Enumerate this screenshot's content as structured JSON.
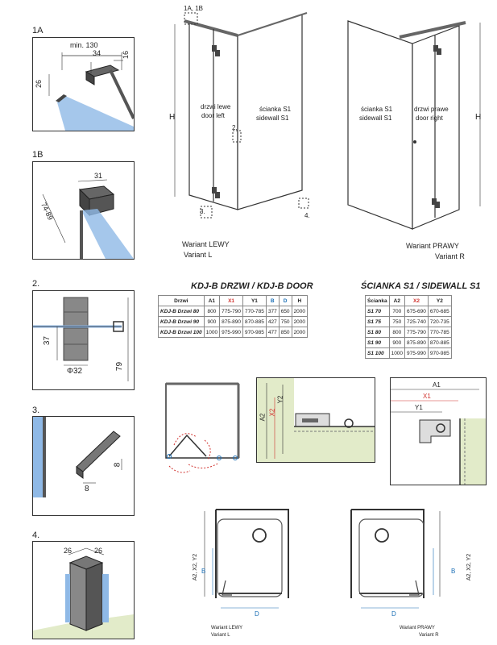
{
  "details": {
    "d1a": {
      "label": "1A",
      "dim_min": "min. 130",
      "dim_34": "34",
      "dim_16": "16",
      "dim_26": "26"
    },
    "d1b": {
      "label": "1B",
      "dim_31": "31",
      "dim_range": "74-89"
    },
    "d2": {
      "label": "2.",
      "dim_37": "37",
      "dim_79": "79",
      "dim_phi": "Φ32"
    },
    "d3": {
      "label": "3.",
      "dim_8a": "8",
      "dim_8b": "8"
    },
    "d4": {
      "label": "4.",
      "dim_26a": "26",
      "dim_26b": "26"
    }
  },
  "left_view": {
    "callout_top": "1A, 1B",
    "door_label_pl": "drzwi lewe",
    "door_label_en": "door left",
    "side_label_pl": "ścianka S1",
    "side_label_en": "sidewall S1",
    "height": "H",
    "callout2": "2.",
    "callout3": "3.",
    "callout4": "4.",
    "variant_pl": "Wariant LEWY",
    "variant_en": "Variant L"
  },
  "right_view": {
    "side_label_pl": "ścianka S1",
    "side_label_en": "sidewall S1",
    "door_label_pl": "drzwi prawe",
    "door_label_en": "door right",
    "height": "H",
    "variant_pl": "Wariant PRAWY",
    "variant_en": "Variant R"
  },
  "door_table": {
    "title": "KDJ-B  DRZWI / KDJ-B DOOR",
    "headers": [
      "Drzwi",
      "A1",
      "X1",
      "Y1",
      "B",
      "D",
      "H"
    ],
    "rows": [
      [
        "KDJ-B Drzwi 80",
        "800",
        "775-790",
        "770-785",
        "377",
        "650",
        "2000"
      ],
      [
        "KDJ-B Drzwi 90",
        "900",
        "875-890",
        "870-885",
        "427",
        "750",
        "2000"
      ],
      [
        "KDJ-B Drzwi 100",
        "1000",
        "975-990",
        "970-985",
        "477",
        "850",
        "2000"
      ]
    ]
  },
  "wall_table": {
    "title": "ŚCIANKA S1 / SIDEWALL S1",
    "headers": [
      "Ścianka",
      "A2",
      "X2",
      "Y2"
    ],
    "rows": [
      [
        "S1 70",
        "700",
        "675-690",
        "670-685"
      ],
      [
        "S1 75",
        "750",
        "725-740",
        "720-735"
      ],
      [
        "S1 80",
        "800",
        "775-790",
        "770-785"
      ],
      [
        "S1 90",
        "900",
        "875-890",
        "870-885"
      ],
      [
        "S1 100",
        "1000",
        "975-990",
        "970-985"
      ]
    ]
  },
  "detail_dims": {
    "a2": "A2",
    "x2": "X2",
    "y2": "Y2",
    "a1": "A1",
    "x1": "X1",
    "y1": "Y1"
  },
  "plans": {
    "left": {
      "a": "A2, X2, Y2",
      "b": "B",
      "d": "D",
      "variant_pl": "Wariant LEWY",
      "variant_en": "Variant L"
    },
    "right": {
      "a": "A2, X2, Y2",
      "b": "B",
      "d": "D",
      "variant_pl": "Wariant PRAWY",
      "variant_en": "Variant R"
    }
  },
  "colors": {
    "red": "#d0312d",
    "blue": "#1b6fb6",
    "green_fill": "#e2ebc9",
    "glass": "#4a8fd0"
  }
}
